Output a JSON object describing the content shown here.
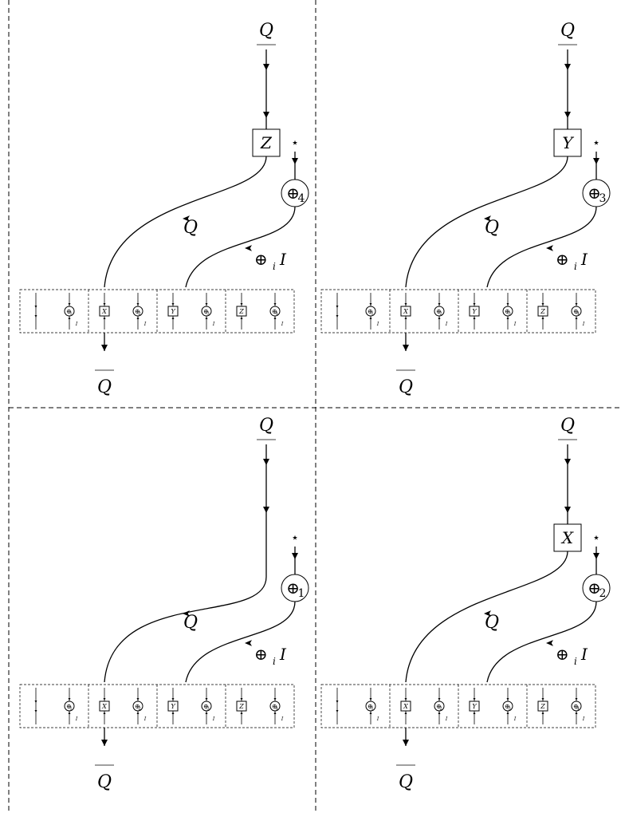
{
  "labels": {
    "q": "Q",
    "star": "⋆",
    "oplus_i_I": "⊕",
    "sub_i": "i",
    "cap_I": "I"
  },
  "panels": [
    {
      "id": "top-left",
      "gate": "Z",
      "oplus_index": "4"
    },
    {
      "id": "top-right",
      "gate": "Y",
      "oplus_index": "3"
    },
    {
      "id": "bottom-left",
      "gate": "",
      "oplus_index": "1"
    },
    {
      "id": "bottom-right",
      "gate": "X",
      "oplus_index": "2"
    }
  ],
  "strip": {
    "cells": [
      {
        "box": "",
        "oplus_index": "1"
      },
      {
        "box": "X",
        "oplus_index": "2"
      },
      {
        "box": "Y",
        "oplus_index": "3"
      },
      {
        "box": "Z",
        "oplus_index": "4"
      }
    ],
    "sub_label": "I"
  }
}
